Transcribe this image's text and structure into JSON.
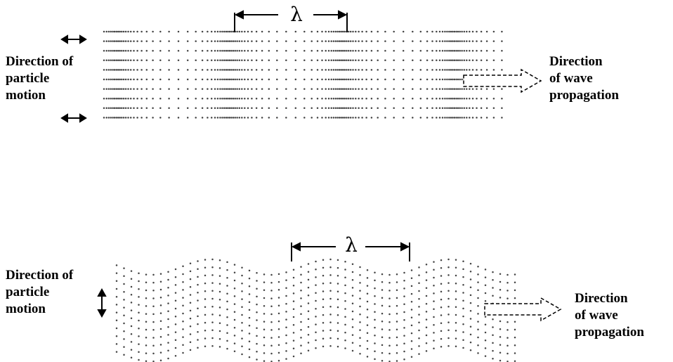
{
  "longitudinal": {
    "wavelength_symbol": "λ",
    "particle_motion_label": [
      "Direction of",
      "particle",
      "motion"
    ],
    "propagation_label": [
      "Direction",
      "of wave",
      "propagation"
    ]
  },
  "transverse": {
    "wavelength_symbol": "λ",
    "particle_motion_label": [
      "Direction of",
      "particle",
      "motion"
    ],
    "propagation_label": [
      "Direction",
      "of wave",
      "propagation"
    ]
  }
}
